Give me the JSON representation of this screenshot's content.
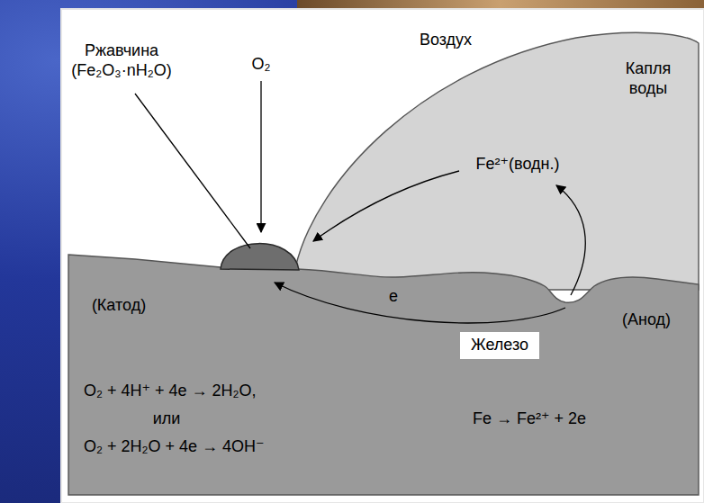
{
  "diagram": {
    "nodes": [
      {
        "text": [
          "Капля воды",
          "Fe²⁺(водн.)"
        ]
      },
      {
        "text": [
          "(Катод)",
          "e",
          "(Анод)",
          "O₂ + 4H⁺ + 4e → 2H₂O,",
          "или",
          "O₂ + 2H₂O + 4e → 4OH⁻",
          "Fe → Fe²⁺ + 2e"
        ]
      },
      {
        "text": [
          "Железо"
        ],
        "in": 1
      }
    ],
    "labels": [
      "Ржавчина (Fe₂O₃·nH₂O)",
      "Воздух",
      "O₂"
    ]
  }
}
